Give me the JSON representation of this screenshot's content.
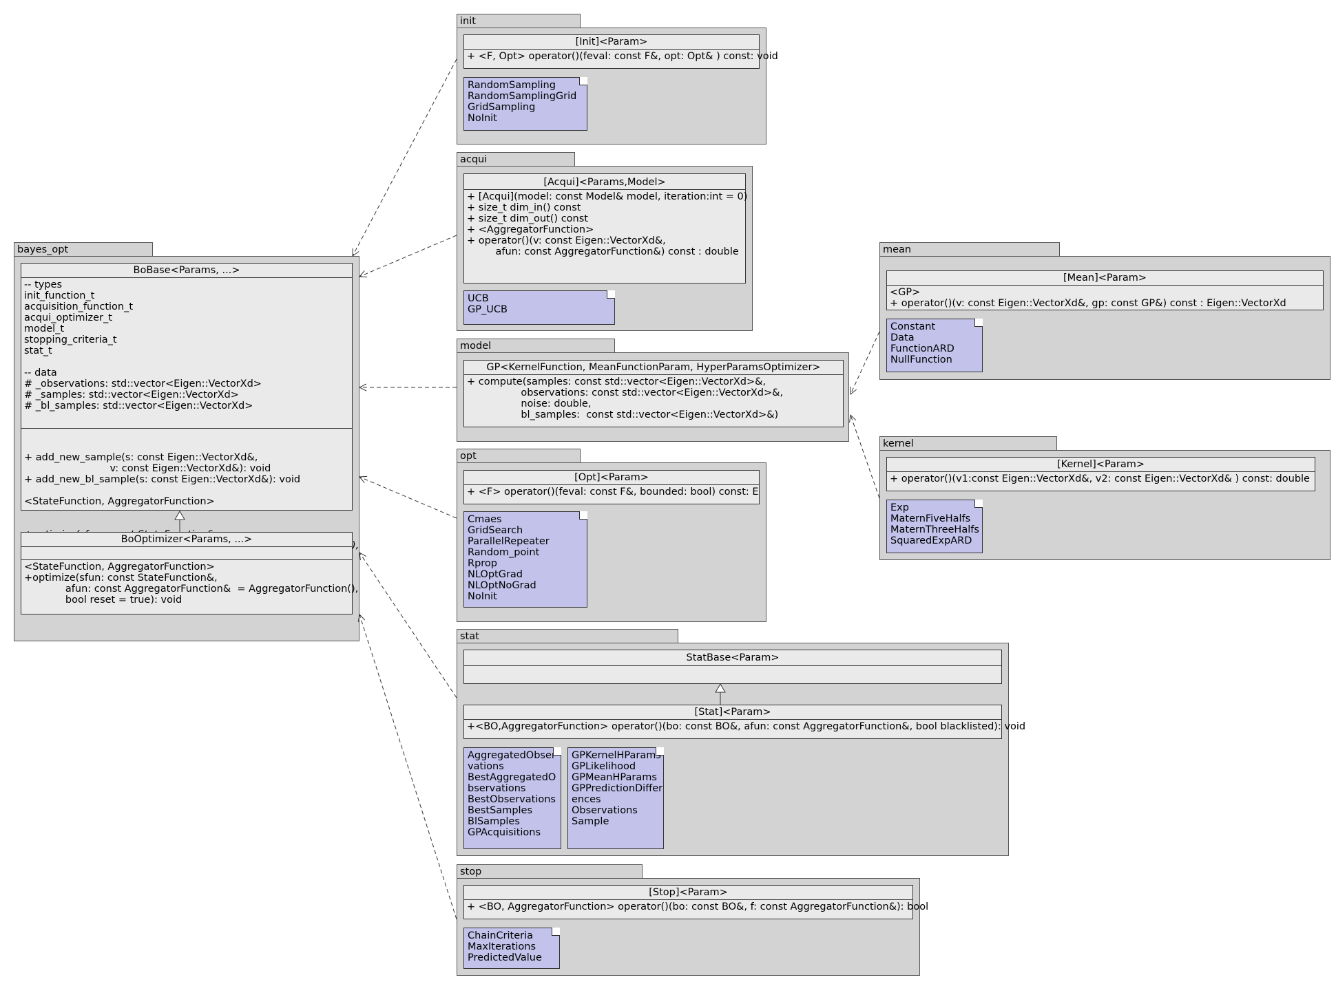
{
  "packages": {
    "bayes_opt": "bayes_opt",
    "init": "init",
    "acqui": "acqui",
    "model": "model",
    "opt": "opt",
    "stat": "stat",
    "stop": "stop",
    "mean": "mean",
    "kernel": "kernel"
  },
  "bobase": {
    "title": "BoBase<Params, ...>",
    "types": [
      "-- types",
      "init_function_t",
      "acquisition_function_t",
      "acqui_optimizer_t",
      "model_t",
      "stopping_criteria_t",
      "stat_t",
      "",
      "-- data",
      "# _observations: std::vector<Eigen::VectorXd>",
      "# _samples: std::vector<Eigen::VectorXd>",
      "# _bl_samples: std::vector<Eigen::VectorXd>"
    ],
    "methods": [
      "+ add_new_sample(s: const Eigen::VectorXd&,",
      "                           v: const Eigen::VectorXd&): void",
      "+ add_new_bl_sample(s: const Eigen::VectorXd&): void",
      "",
      "<StateFunction, AggregatorFunction>"
    ],
    "methods_italic": [
      "+optimize(sfun: const StateFunction&,",
      "             afun: const AggregatorFunction&  = AggregatorFunction(),",
      "             bool reset = true): void"
    ]
  },
  "booptimizer": {
    "title": "BoOptimizer<Params, ...>",
    "methods": [
      "<StateFunction, AggregatorFunction>",
      "+optimize(sfun: const StateFunction&,",
      "             afun: const AggregatorFunction&  = AggregatorFunction(),",
      "             bool reset = true): void"
    ]
  },
  "init": {
    "title": "[Init]<Param>",
    "method": "+ <F, Opt> operator()(feval: const F&, opt: Opt& ) const: void",
    "note": [
      "RandomSampling",
      "RandomSamplingGrid",
      "GridSampling",
      "NoInit"
    ]
  },
  "acqui": {
    "title": "[Acqui]<Params,Model>",
    "methods": [
      "+ [Acqui](model: const Model& model, iteration:int = 0)",
      "+ size_t dim_in() const",
      "+ size_t dim_out() const",
      "+ <AggregatorFunction>",
      "+ operator()(v: const Eigen::VectorXd&,",
      "         afun: const AggregatorFunction&) const : double"
    ],
    "note": [
      "UCB",
      "GP_UCB"
    ]
  },
  "model": {
    "title": "GP<KernelFunction, MeanFunctionParam, HyperParamsOptimizer>",
    "methods": [
      "+ compute(samples: const std::vector<Eigen::VectorXd>&,",
      "                 observations: const std::vector<Eigen::VectorXd>&,",
      "                 noise: double,",
      "                 bl_samples:  const std::vector<Eigen::VectorXd>&)"
    ]
  },
  "opt": {
    "title": "[Opt]<Param>",
    "method": "+ <F> operator()(feval: const F&, bounded: bool) const: Eigen:",
    "note": [
      "Cmaes",
      "GridSearch",
      "ParallelRepeater",
      "Random_point",
      "Rprop",
      "NLOptGrad",
      "NLOptNoGrad",
      "NoInit"
    ]
  },
  "stat": {
    "base_title": "StatBase<Param>",
    "title": "[Stat]<Param>",
    "method": "+<BO,AggregatorFunction> operator()(bo: const BO&, afun: const AggregatorFunction&, bool blacklisted): void",
    "note1": [
      "AggregatedObser",
      "vations",
      "BestAggregatedO",
      "bservations",
      "BestObservations",
      "BestSamples",
      "BlSamples",
      "GPAcquisitions"
    ],
    "note2": [
      "GPKernelHParams",
      "GPLikelihood",
      "GPMeanHParams",
      "GPPredictionDiffer",
      "ences",
      "Observations",
      "Sample"
    ]
  },
  "stop": {
    "title": "[Stop]<Param>",
    "method": "+ <BO, AggregatorFunction> operator()(bo: const BO&, f: const AggregatorFunction&): bool",
    "note": [
      "ChainCriteria",
      "MaxIterations",
      "PredictedValue"
    ]
  },
  "mean": {
    "title": "[Mean]<Param>",
    "methods": [
      "<GP>",
      "+ operator()(v: const Eigen::VectorXd&, gp: const GP&) const : Eigen::VectorXd"
    ],
    "note": [
      "Constant",
      "Data",
      "FunctionARD",
      "NullFunction"
    ]
  },
  "kernel": {
    "title": "[Kernel]<Param>",
    "method": "+ operator()(v1:const Eigen::VectorXd&, v2: const Eigen::VectorXd& ) const: double",
    "note": [
      "Exp",
      "MaternFiveHalfs",
      "MaternThreeHalfs",
      "SquaredExpARD"
    ]
  },
  "colors": {
    "package": "#d3d3d3",
    "class": "#eaeaea",
    "note": "#c2c2eb"
  }
}
